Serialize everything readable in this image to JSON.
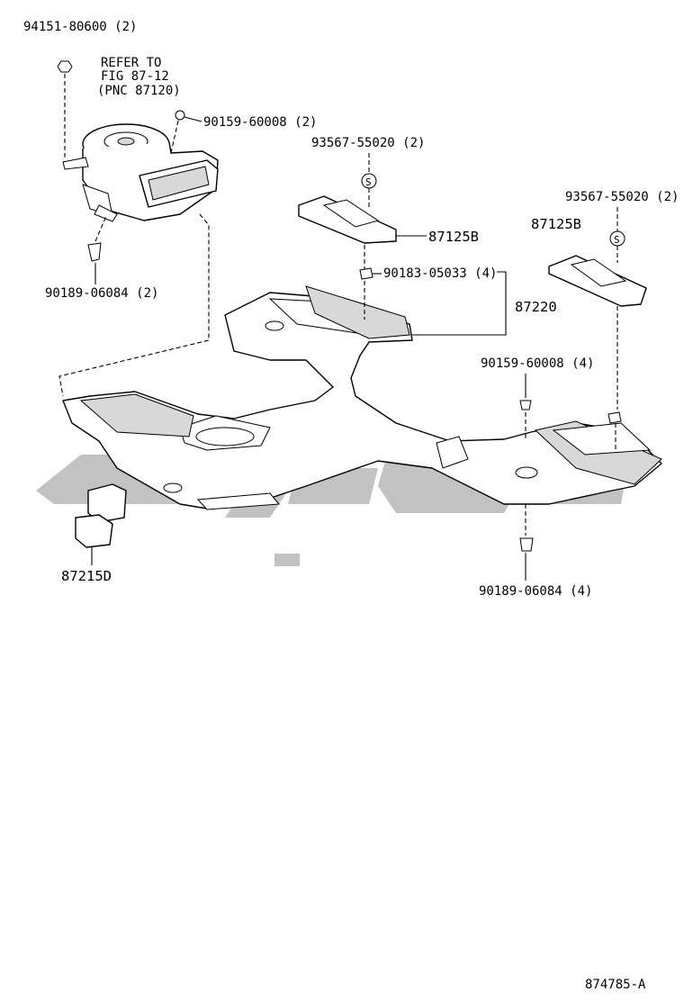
{
  "callouts": {
    "nut_94151": "94151-80600 (2)",
    "refer_line1": "REFER TO",
    "refer_line2": "FIG 87-12",
    "refer_line3": "(PNC 87120)",
    "screw_90159_top": "90159-60008 (2)",
    "clip_90189_left": "90189-06084 (2)",
    "seal_93567_mid": "93567-55020 (2)",
    "part_87125B_mid": "87125B",
    "nut_90183": "90183-05033 (4)",
    "duct_87220": "87220",
    "seal_93567_right": "93567-55020 (2)",
    "part_87125B_right": "87125B",
    "screw_90159_right": "90159-60008 (4)",
    "clip_90189_bottom": "90189-06084 (4)",
    "part_87215D": "87215D",
    "seal_symbol": "S",
    "figure_code": "874785-A"
  },
  "colors": {
    "line": "#000000",
    "watermark": "#9a9a9a"
  }
}
